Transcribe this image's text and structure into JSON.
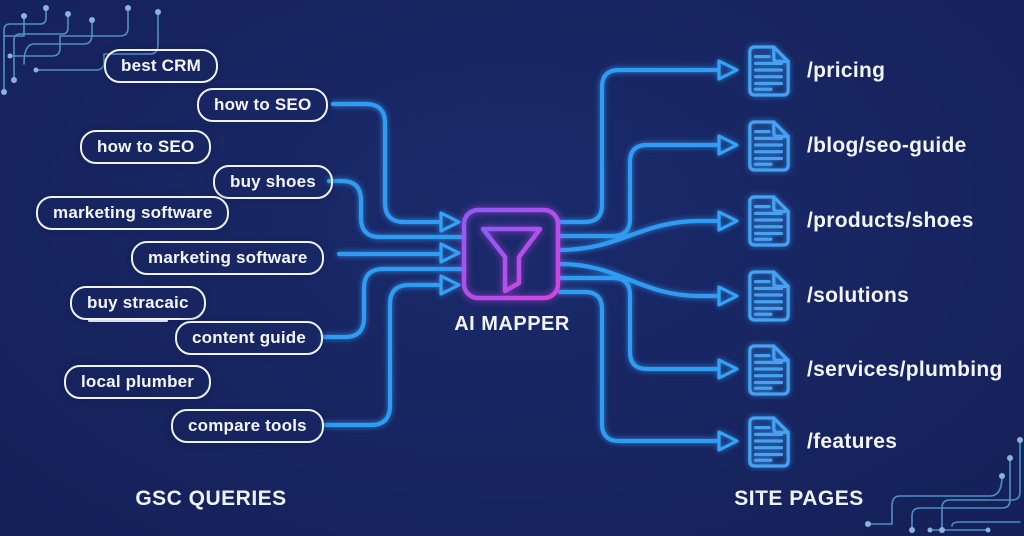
{
  "title": "AI Mapper query-to-page diagram",
  "sections": {
    "left": "GSC QUERIES",
    "right": "SITE PAGES"
  },
  "mapper": {
    "label": "AI MAPPER"
  },
  "queries": [
    {
      "label": "best CRM"
    },
    {
      "label": "how to SEO"
    },
    {
      "label": "how to SEO"
    },
    {
      "label": "buy shoes"
    },
    {
      "label": "marketing software"
    },
    {
      "label": "marketing software"
    },
    {
      "label": "buy stracaic"
    },
    {
      "label": "content guide"
    },
    {
      "label": "local plumber"
    },
    {
      "label": "compare tools"
    }
  ],
  "pages": [
    {
      "label": "/pricing"
    },
    {
      "label": "/blog/seo-guide"
    },
    {
      "label": "/products/shoes"
    },
    {
      "label": "/solutions"
    },
    {
      "label": "/services/plumbing"
    },
    {
      "label": "/features"
    }
  ],
  "icons": {
    "mapper": "funnel-chip-icon",
    "page": "document-icon",
    "connector": "arrow-right-icon",
    "corner_decor": "circuit-trace-icon"
  },
  "colors": {
    "background": "#152159",
    "wire_blue": "#2f9cf2",
    "chip_purple": "#b54ce8",
    "funnel_violet": "#8b5cf6",
    "pill_border": "#eef2fb",
    "text": "#f2f5fd",
    "doc_blue": "#47a0f0",
    "circuit_trace": "#5aa2d8"
  }
}
